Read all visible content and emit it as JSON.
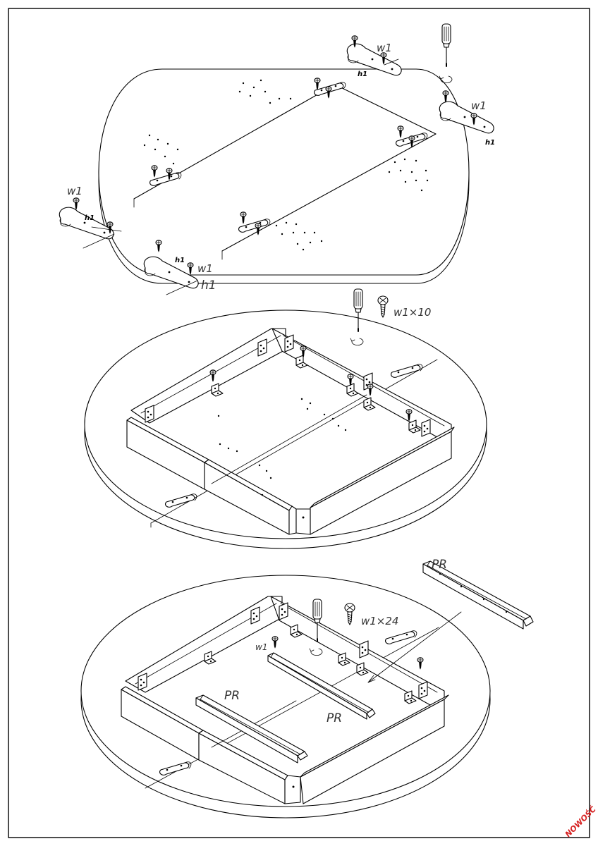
{
  "labels": {
    "w1": "w1",
    "h1": "h1",
    "w1x10": "w1×10",
    "w1x24": "w1×24",
    "pr": "PR"
  },
  "badge": "NOWOŚĆ",
  "colors": {
    "ink": "#000000",
    "paper": "#ffffff",
    "badge": "#d62020"
  },
  "icons": [
    "screwdriver-icon",
    "screw-icon",
    "screw-head-icon",
    "rotate-arrow-icon",
    "bracket-icon",
    "corner-bracket-icon",
    "pr-rail-icon"
  ]
}
